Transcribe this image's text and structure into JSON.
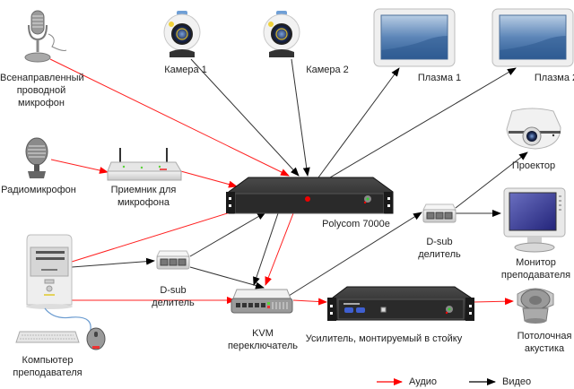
{
  "diagram": {
    "title": "",
    "nodes": [
      {
        "id": "omni_mic",
        "label": "Всенаправленный\nпроводной\nмикрофон",
        "icon": "microphone-icon"
      },
      {
        "id": "camera1",
        "label": "Камера 1",
        "icon": "webcam-icon"
      },
      {
        "id": "camera2",
        "label": "Камера 2",
        "icon": "webcam-icon"
      },
      {
        "id": "plasma1",
        "label": "Плазма 1",
        "icon": "plasma-display-icon"
      },
      {
        "id": "plasma2",
        "label": "Плазма 2",
        "icon": "plasma-display-icon"
      },
      {
        "id": "radio_mic",
        "label": "Радиомикрофон",
        "icon": "radio-microphone-icon"
      },
      {
        "id": "mic_receiver",
        "label": "Приемник для\nмикрофона",
        "icon": "wireless-receiver-icon"
      },
      {
        "id": "polycom",
        "label": "Polycom 7000e",
        "icon": "rack-unit-icon"
      },
      {
        "id": "projector",
        "label": "Проектор",
        "icon": "projector-icon"
      },
      {
        "id": "dsub_right",
        "label": "D-sub\nделитель",
        "icon": "splitter-icon"
      },
      {
        "id": "teacher_monitor",
        "label": "Монитор\nпреподавателя",
        "icon": "monitor-icon"
      },
      {
        "id": "teacher_pc",
        "label": "Компьютер\nпреподавателя",
        "icon": "desktop-computer-icon"
      },
      {
        "id": "dsub_left",
        "label": "D-sub\nделитель",
        "icon": "splitter-icon"
      },
      {
        "id": "kvm",
        "label": "KVM\nпереключатель",
        "icon": "kvm-switch-icon"
      },
      {
        "id": "amplifier",
        "label": "Усилитель, монтируемый в стойку",
        "icon": "rack-amplifier-icon"
      },
      {
        "id": "ceiling_speaker",
        "label": "Потолочная\nакустика",
        "icon": "speaker-icon"
      }
    ],
    "edges": [
      {
        "from": "omni_mic",
        "to": "polycom",
        "type": "audio"
      },
      {
        "from": "camera1",
        "to": "polycom",
        "type": "video"
      },
      {
        "from": "camera2",
        "to": "polycom",
        "type": "video"
      },
      {
        "from": "polycom",
        "to": "plasma1",
        "type": "video"
      },
      {
        "from": "polycom",
        "to": "plasma2",
        "type": "video"
      },
      {
        "from": "radio_mic",
        "to": "mic_receiver",
        "type": "audio"
      },
      {
        "from": "mic_receiver",
        "to": "polycom",
        "type": "audio"
      },
      {
        "from": "teacher_pc",
        "to": "polycom",
        "type": "audio"
      },
      {
        "from": "teacher_pc",
        "to": "dsub_left",
        "type": "video"
      },
      {
        "from": "dsub_left",
        "to": "polycom",
        "type": "video"
      },
      {
        "from": "dsub_left",
        "to": "kvm",
        "type": "video"
      },
      {
        "from": "teacher_pc",
        "to": "kvm",
        "type": "audio"
      },
      {
        "from": "polycom",
        "to": "kvm",
        "type": "video"
      },
      {
        "from": "polycom",
        "to": "kvm",
        "type": "audio"
      },
      {
        "from": "kvm",
        "to": "dsub_right",
        "type": "video"
      },
      {
        "from": "dsub_right",
        "to": "projector",
        "type": "video"
      },
      {
        "from": "dsub_right",
        "to": "teacher_monitor",
        "type": "video"
      },
      {
        "from": "kvm",
        "to": "amplifier",
        "type": "audio"
      },
      {
        "from": "amplifier",
        "to": "ceiling_speaker",
        "type": "audio"
      }
    ],
    "legend": [
      {
        "type": "audio",
        "label": "Аудио",
        "color": "#ff0000"
      },
      {
        "type": "video",
        "label": "Видео",
        "color": "#000000"
      }
    ]
  }
}
